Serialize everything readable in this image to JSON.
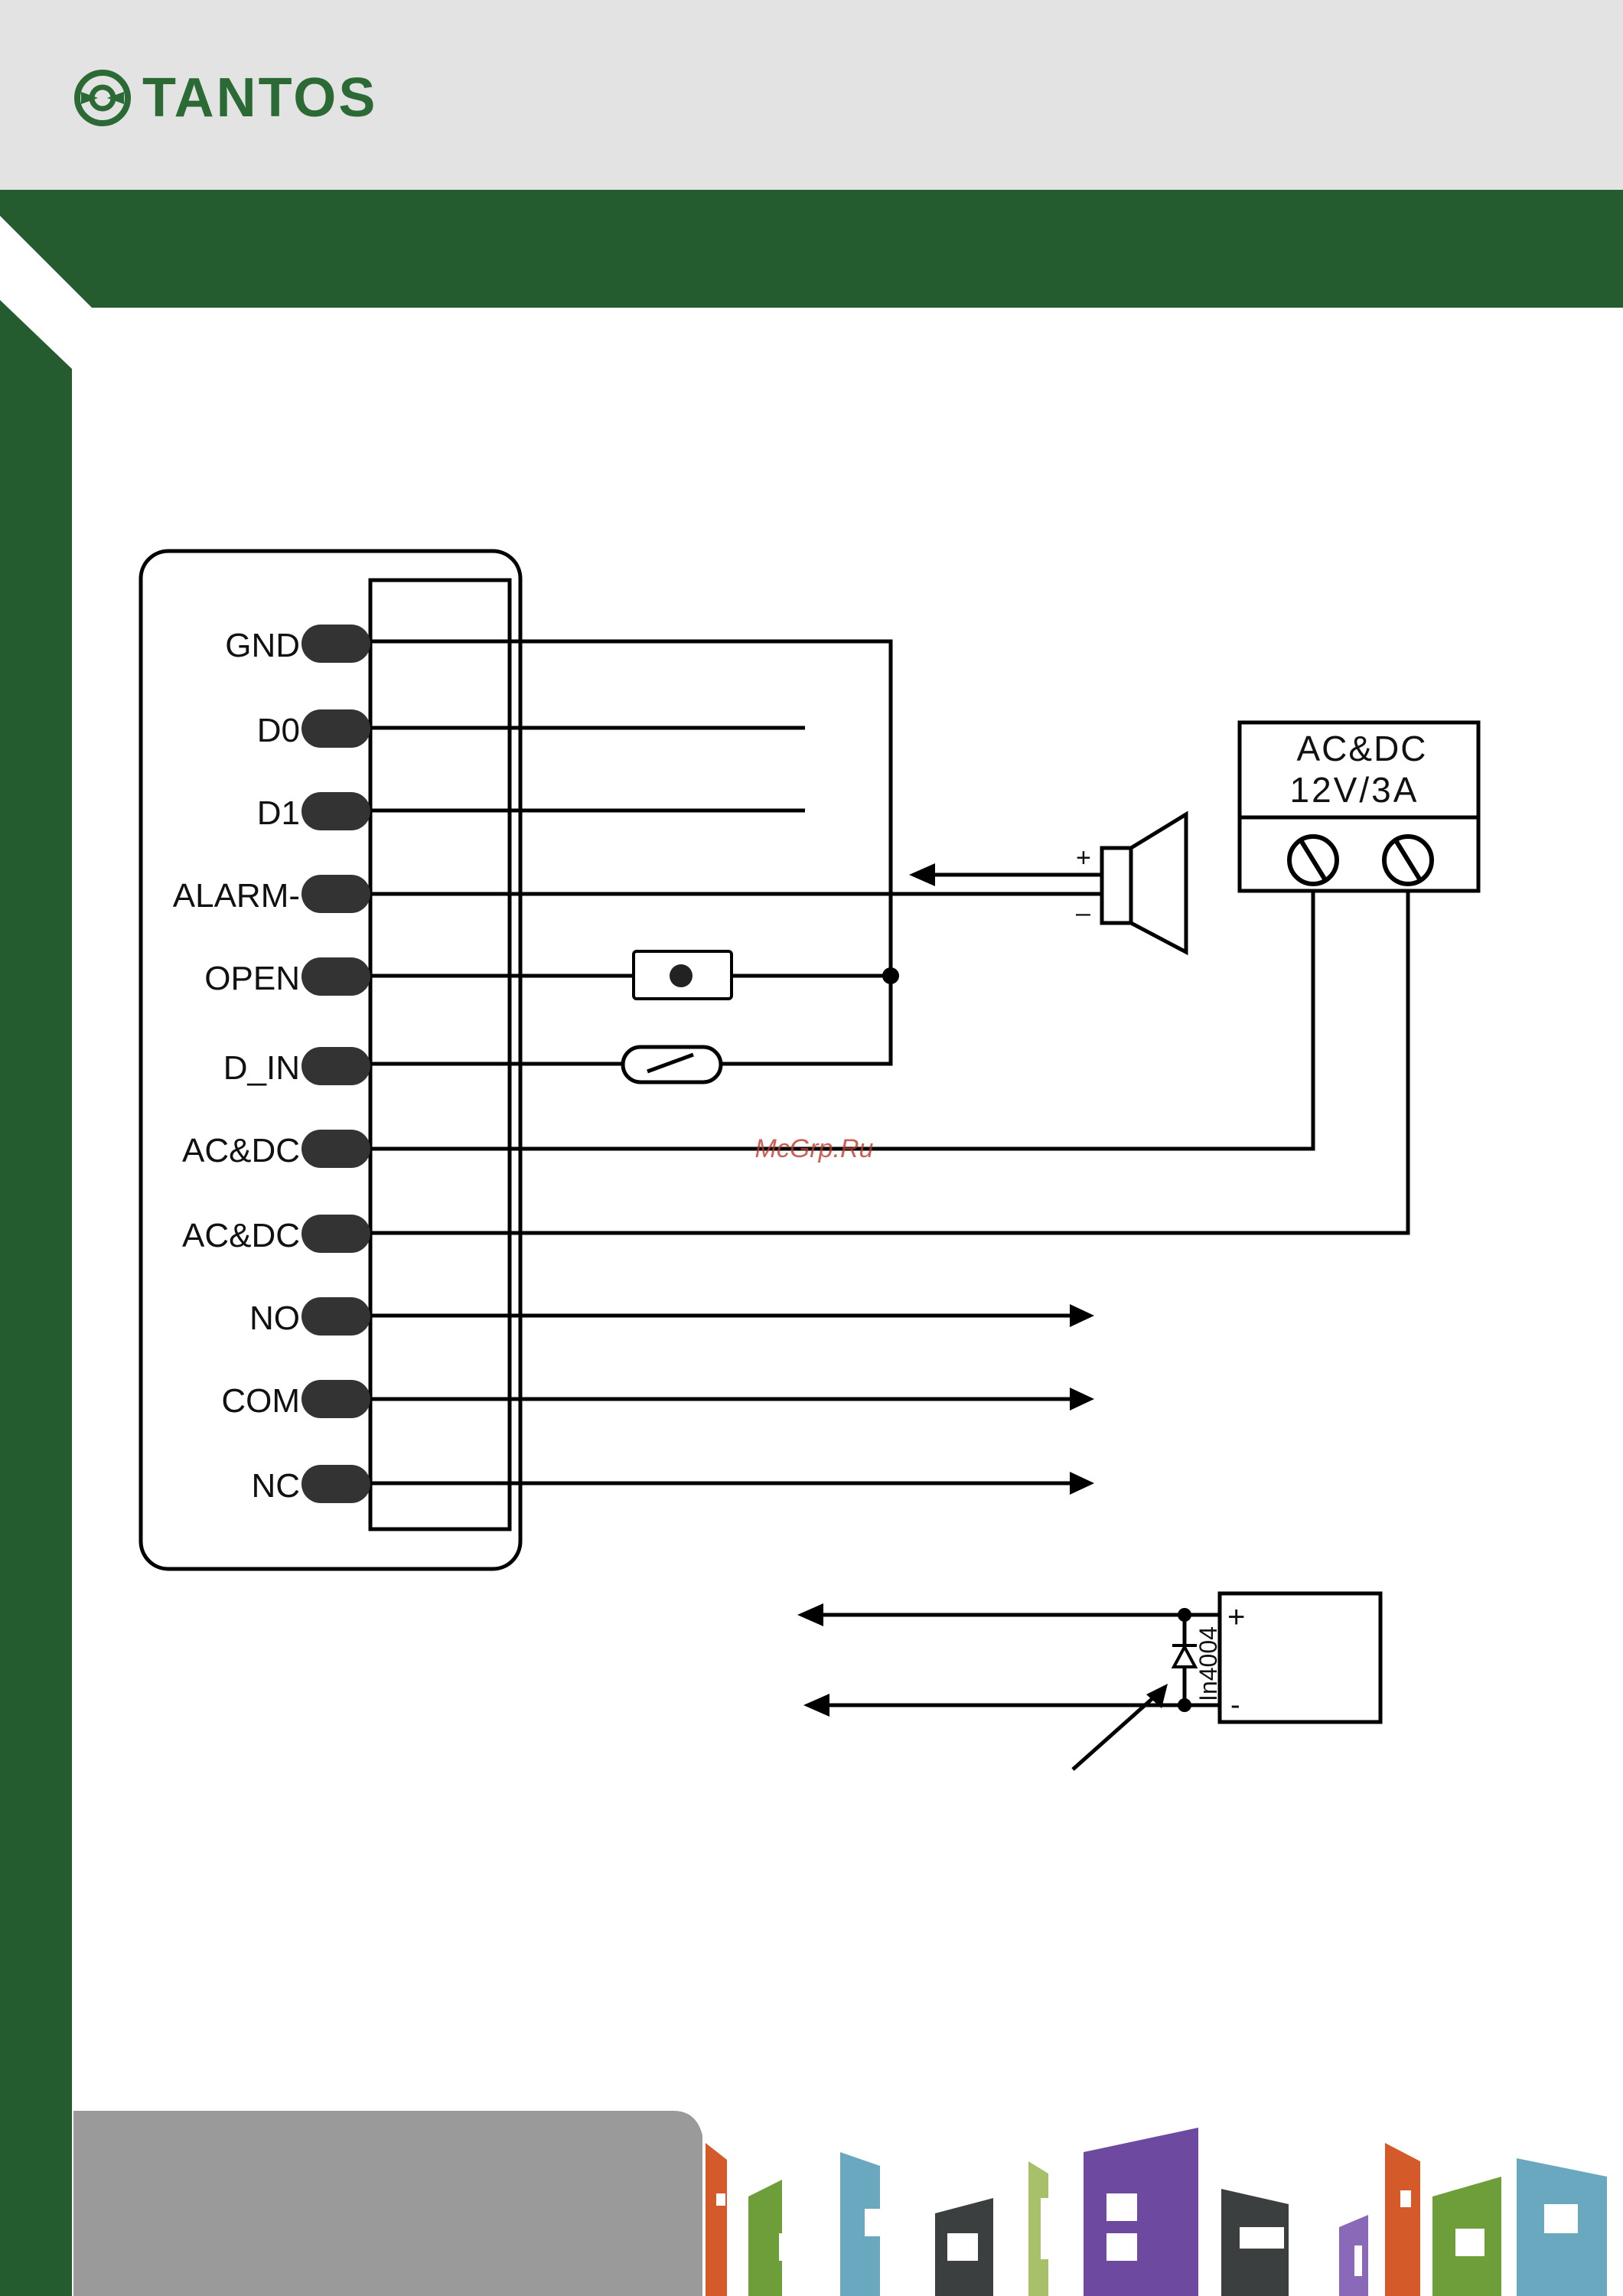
{
  "brand": {
    "name": "TANTOS",
    "color": "#2b6a34",
    "icon": "tantos-logo-icon"
  },
  "colors": {
    "header_bg": "#e3e3e3",
    "accent_green": "#245c30",
    "connector_pin": "#333333",
    "wire": "#000000",
    "watermark": "#c0392b"
  },
  "controller": {
    "terminals": [
      {
        "label": "GND"
      },
      {
        "label": "D0"
      },
      {
        "label": "D1"
      },
      {
        "label": "ALARM-"
      },
      {
        "label": "OPEN"
      },
      {
        "label": "D_IN"
      },
      {
        "label": "AC&DC"
      },
      {
        "label": "AC&DC"
      },
      {
        "label": "NO"
      },
      {
        "label": "COM"
      },
      {
        "label": "NC"
      }
    ]
  },
  "power_supply": {
    "line1": "AC&DC",
    "line2": "12V/3A"
  },
  "siren": {
    "plus": "+",
    "minus": "–"
  },
  "lock": {
    "plus": "+",
    "minus": "-",
    "diode": "In4004"
  },
  "watermark": {
    "text": "McGrp.Ru"
  }
}
